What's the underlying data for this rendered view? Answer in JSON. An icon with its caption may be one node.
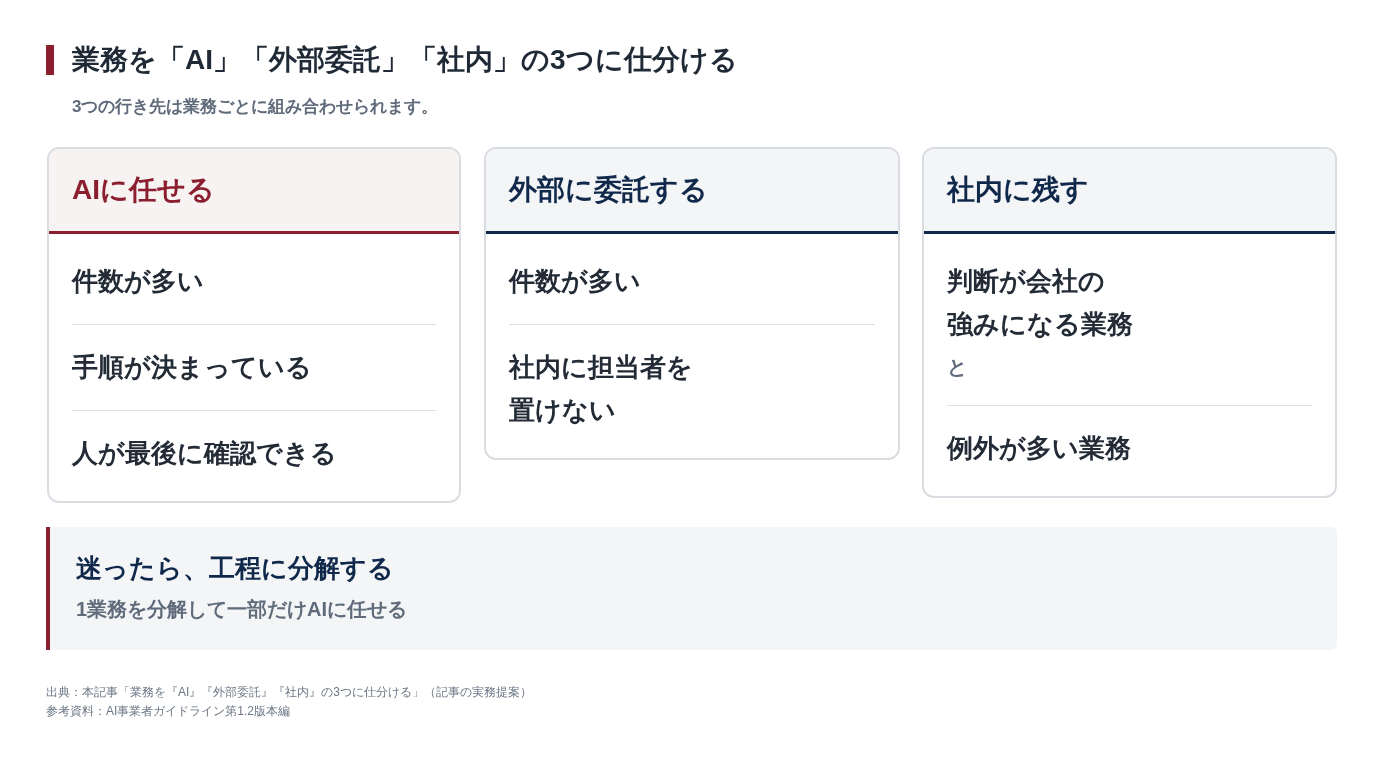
{
  "diagram": {
    "title": "業務を「AI」「外部委託」「社内」の3つに仕分ける",
    "nodes": [
      {
        "text": [
          "AIに任せる",
          "件数が多い",
          "手順が決まっている",
          "人が最後に確認できる"
        ]
      },
      {
        "text": [
          "外部に委託する",
          "件数が多い",
          "社内に担当者を置けない"
        ]
      },
      {
        "text": [
          "社内に残す",
          "判断が会社の強みになる業務",
          "と",
          "例外が多い業務"
        ]
      },
      {
        "text": [
          "迷ったら、工程に分解する",
          "1業務を分解して一部だけAIに任せる"
        ]
      }
    ],
    "labels": [
      "3つの行き先は業務ごとに組み合わせられます。",
      "出典：本記事「業務を『AI』『外部委託』『社内』の3つに仕分ける」（記事の実務提案）",
      "参考資料：AI事業者ガイドライン第1.2版本編"
    ]
  }
}
